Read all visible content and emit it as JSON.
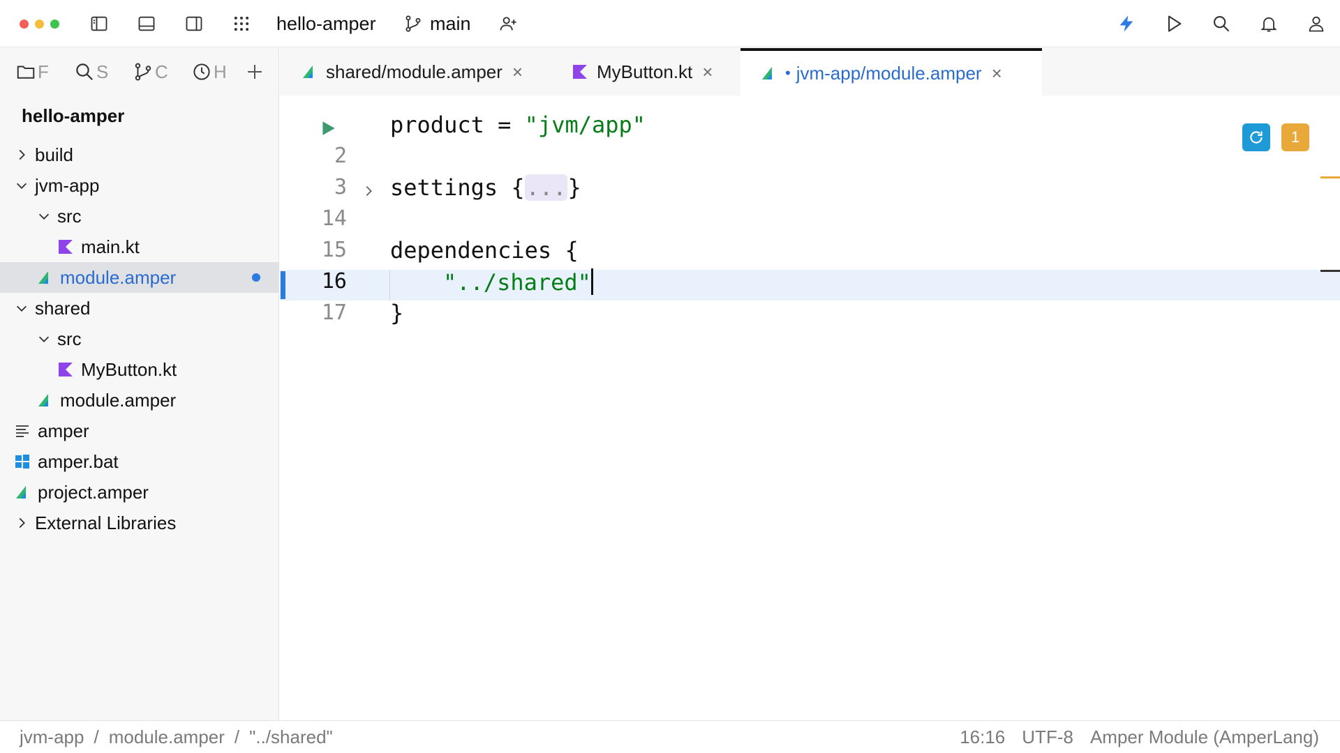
{
  "titlebar": {
    "project_name": "hello-amper",
    "branch": "main",
    "colors": {
      "close": "#f25f57",
      "minimize": "#f6be3c",
      "zoom": "#3ec44c",
      "accent": "#2a7be4"
    }
  },
  "tool_windows": {
    "items": [
      {
        "icon": "folder-icon",
        "label": "F"
      },
      {
        "icon": "search-icon",
        "label": "S"
      },
      {
        "icon": "git-branch-icon",
        "label": "C"
      },
      {
        "icon": "clock-icon",
        "label": "H"
      }
    ]
  },
  "tabs": [
    {
      "label": "shared/module.amper",
      "icon": "amper-icon",
      "active": false
    },
    {
      "label": "MyButton.kt",
      "icon": "kotlin-icon",
      "active": false
    },
    {
      "label": "jvm-app/module.amper",
      "icon": "amper-icon",
      "active": true,
      "modified_marker": "•"
    }
  ],
  "project": {
    "root": "hello-amper",
    "tree": [
      {
        "label": "build",
        "depth": 0,
        "type": "folder-collapsed"
      },
      {
        "label": "jvm-app",
        "depth": 0,
        "type": "folder-expanded"
      },
      {
        "label": "src",
        "depth": 1,
        "type": "folder-expanded"
      },
      {
        "label": "main.kt",
        "depth": 2,
        "type": "kotlin"
      },
      {
        "label": "module.amper",
        "depth": 1,
        "type": "amper",
        "selected": true
      },
      {
        "label": "shared",
        "depth": 0,
        "type": "folder-expanded"
      },
      {
        "label": "src",
        "depth": 1,
        "type": "folder-expanded"
      },
      {
        "label": "MyButton.kt",
        "depth": 2,
        "type": "kotlin"
      },
      {
        "label": "module.amper",
        "depth": 1,
        "type": "amper"
      },
      {
        "label": "amper",
        "depth": 0,
        "type": "text"
      },
      {
        "label": "amper.bat",
        "depth": 0,
        "type": "windows"
      },
      {
        "label": "project.amper",
        "depth": 0,
        "type": "amper"
      },
      {
        "label": "External Libraries",
        "depth": 0,
        "type": "folder-collapsed"
      }
    ]
  },
  "editor": {
    "line_numbers": [
      "2",
      "3",
      "14",
      "15",
      "16",
      "17"
    ],
    "lines": {
      "l1_key": "product = ",
      "l1_value": "\"jvm/app\"",
      "l3_key": "settings {",
      "l3_fold": "...",
      "l3_end": "}",
      "l15": "dependencies {",
      "l16_value": "\"../shared\"",
      "l17": "}"
    },
    "warning_count": "1"
  },
  "statusbar": {
    "breadcrumbs": [
      "jvm-app",
      "/",
      "module.amper",
      "/",
      "\"../shared\""
    ],
    "position": "16:16",
    "encoding": "UTF-8",
    "language": "Amper Module (AmperLang)"
  }
}
